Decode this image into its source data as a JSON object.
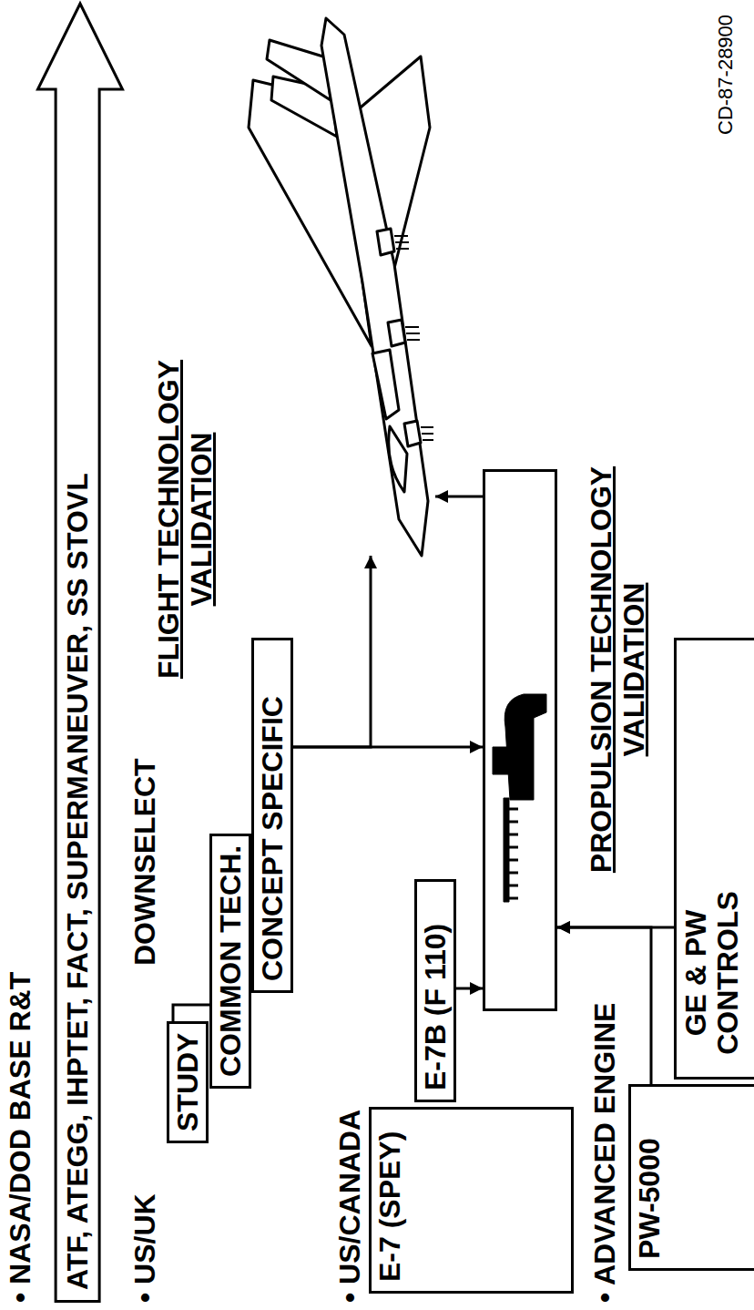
{
  "diagram": {
    "nodes": [
      {
        "text": [
          "ATF, ATEGG, IHPTET, FACT, SUPERMANEUVER, SS STOVL"
        ]
      },
      {
        "text": [
          "STUDY"
        ]
      },
      {
        "text": [
          "COMMON TECH."
        ]
      },
      {
        "text": [
          "CONCEPT SPECIFIC"
        ]
      },
      {
        "text": [
          "E-7 (SPEY)"
        ]
      },
      {
        "text": [
          "E-7B (F 110)"
        ]
      },
      {
        "text": [
          "PROPULSION TECHNOLOGY VALIDATION"
        ]
      },
      {
        "text": [
          "PW-5000"
        ]
      },
      {
        "text": [
          "GE & PW CONTROLS"
        ]
      },
      {
        "text": [
          "FLIGHT TECHNOLOGY VALIDATION"
        ]
      }
    ],
    "edges": [
      {
        "from": 1,
        "to": 2,
        "arrow": "none"
      },
      {
        "from": 3,
        "to": 6,
        "arrow": "to"
      },
      {
        "from": 3,
        "to": 9,
        "arrow": "to"
      },
      {
        "from": 5,
        "to": 6,
        "arrow": "to"
      },
      {
        "from": 6,
        "to": 9,
        "arrow": "to"
      },
      {
        "from": 7,
        "to": 6,
        "arrow": "to"
      },
      {
        "from": 8,
        "to": 6,
        "arrow": "to"
      }
    ],
    "labels": [
      "• NASA/DOD BASE R&T",
      "• US/UK",
      "DOWNSELECT",
      "• US/CANADA",
      "• ADVANCED ENGINE",
      "CD-87-28900"
    ]
  }
}
